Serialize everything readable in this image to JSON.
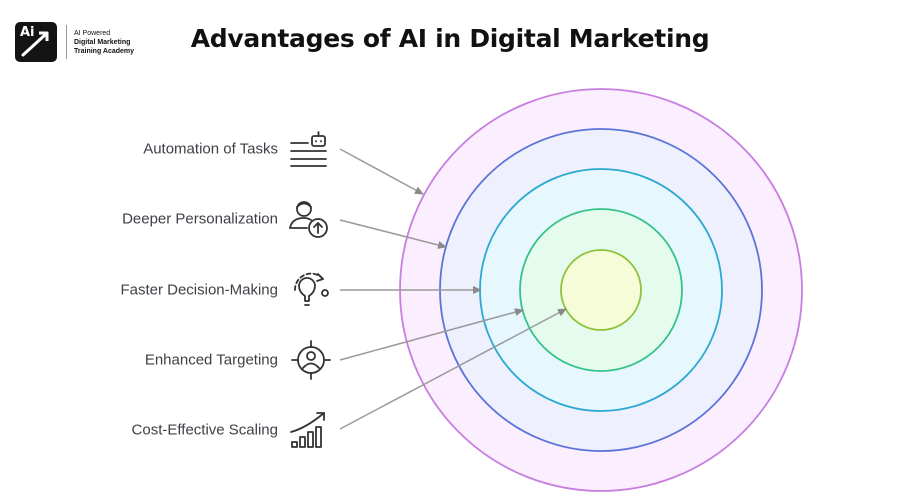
{
  "logo": {
    "mark": "Ai",
    "line1": "AI Powered",
    "line2": "Digital Marketing",
    "line3": "Training Academy"
  },
  "title": "Advantages of AI in Digital Marketing",
  "advantages": [
    {
      "label": "Automation of Tasks",
      "icon": "robot-menu-icon"
    },
    {
      "label": "Deeper Personalization",
      "icon": "person-upload-icon"
    },
    {
      "label": "Faster Decision-Making",
      "icon": "lightbulb-idea-icon"
    },
    {
      "label": "Enhanced Targeting",
      "icon": "target-person-icon"
    },
    {
      "label": "Cost-Effective Scaling",
      "icon": "growth-chart-icon"
    }
  ],
  "rings": [
    {
      "fill": "#fbeeff",
      "stroke": "#c87ee0"
    },
    {
      "fill": "#eef0fd",
      "stroke": "#5b74d8"
    },
    {
      "fill": "#e6f7fd",
      "stroke": "#2ba9d1"
    },
    {
      "fill": "#e4fbee",
      "stroke": "#36c28b"
    },
    {
      "fill": "#f6fcd8",
      "stroke": "#8ec23c"
    }
  ]
}
